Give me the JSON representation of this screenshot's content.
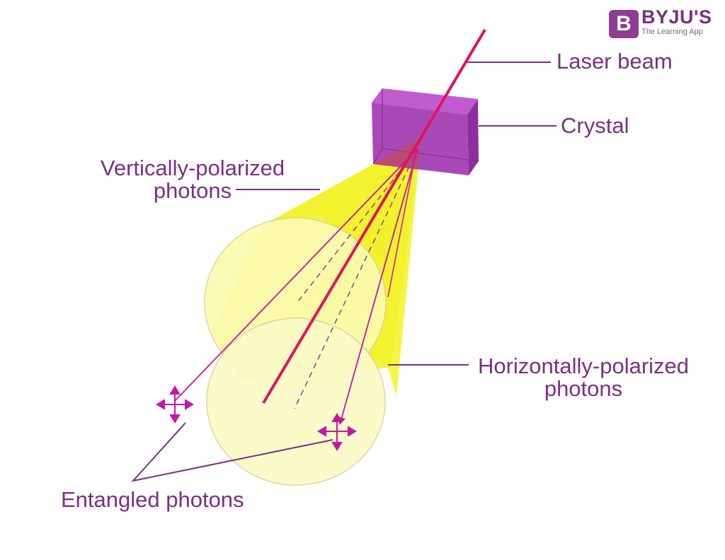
{
  "logo": {
    "mark": "B",
    "name": "BYJU'S",
    "tagline": "The Learning App"
  },
  "labels": {
    "laser_beam": "Laser beam",
    "crystal": "Crystal",
    "vertical_line1": "Vertically-polarized",
    "vertical_line2": "photons",
    "horizontal_line1": "Horizontally-polarized",
    "horizontal_line2": "photons",
    "entangled": "Entangled photons"
  },
  "colors": {
    "laser": "#e0135c",
    "crystal": "#a43fb3",
    "cone": "#f1f12a",
    "cone_fill": "#fbfbb0",
    "label_text": "#7a2f85",
    "photon_arrow": "#c516a6"
  }
}
